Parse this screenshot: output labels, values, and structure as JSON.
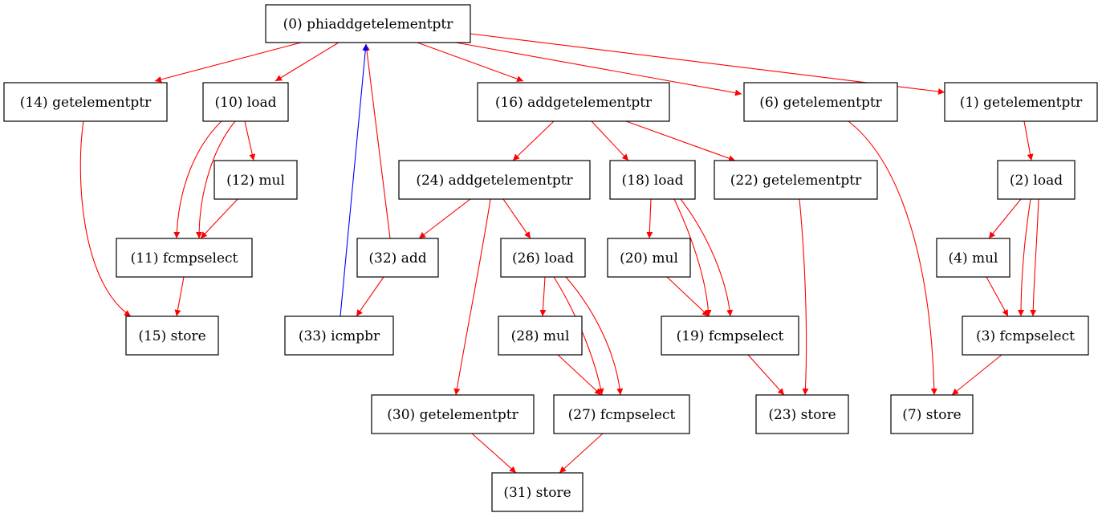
{
  "graph": {
    "nodes": [
      {
        "id": "n0",
        "label": "(0) phiaddgetelementptr"
      },
      {
        "id": "n14",
        "label": "(14) getelementptr"
      },
      {
        "id": "n10",
        "label": "(10) load"
      },
      {
        "id": "n16",
        "label": "(16) addgetelementptr"
      },
      {
        "id": "n6",
        "label": "(6) getelementptr"
      },
      {
        "id": "n1",
        "label": "(1) getelementptr"
      },
      {
        "id": "n12",
        "label": "(12) mul"
      },
      {
        "id": "n24",
        "label": "(24) addgetelementptr"
      },
      {
        "id": "n18",
        "label": "(18) load"
      },
      {
        "id": "n22",
        "label": "(22) getelementptr"
      },
      {
        "id": "n2",
        "label": "(2) load"
      },
      {
        "id": "n11",
        "label": "(11) fcmpselect"
      },
      {
        "id": "n32",
        "label": "(32) add"
      },
      {
        "id": "n26",
        "label": "(26) load"
      },
      {
        "id": "n20",
        "label": "(20) mul"
      },
      {
        "id": "n4",
        "label": "(4) mul"
      },
      {
        "id": "n15",
        "label": "(15) store"
      },
      {
        "id": "n33",
        "label": "(33) icmpbr"
      },
      {
        "id": "n28",
        "label": "(28) mul"
      },
      {
        "id": "n19",
        "label": "(19) fcmpselect"
      },
      {
        "id": "n3",
        "label": "(3) fcmpselect"
      },
      {
        "id": "n30",
        "label": "(30) getelementptr"
      },
      {
        "id": "n27",
        "label": "(27) fcmpselect"
      },
      {
        "id": "n23",
        "label": "(23) store"
      },
      {
        "id": "n7",
        "label": "(7) store"
      },
      {
        "id": "n31",
        "label": "(31) store"
      }
    ],
    "edges": [
      {
        "from": "n0",
        "to": "n14",
        "color": "#ff0000"
      },
      {
        "from": "n0",
        "to": "n10",
        "color": "#ff0000"
      },
      {
        "from": "n0",
        "to": "n16",
        "color": "#ff0000"
      },
      {
        "from": "n0",
        "to": "n6",
        "color": "#ff0000"
      },
      {
        "from": "n0",
        "to": "n1",
        "color": "#ff0000"
      },
      {
        "from": "n14",
        "to": "n15",
        "color": "#ff0000"
      },
      {
        "from": "n10",
        "to": "n12",
        "color": "#ff0000"
      },
      {
        "from": "n10",
        "to": "n11",
        "color": "#ff0000"
      },
      {
        "from": "n10",
        "to": "n11",
        "color": "#ff0000"
      },
      {
        "from": "n12",
        "to": "n11",
        "color": "#ff0000"
      },
      {
        "from": "n11",
        "to": "n15",
        "color": "#ff0000"
      },
      {
        "from": "n16",
        "to": "n24",
        "color": "#ff0000"
      },
      {
        "from": "n16",
        "to": "n18",
        "color": "#ff0000"
      },
      {
        "from": "n16",
        "to": "n22",
        "color": "#ff0000"
      },
      {
        "from": "n24",
        "to": "n32",
        "color": "#ff0000"
      },
      {
        "from": "n24",
        "to": "n26",
        "color": "#ff0000"
      },
      {
        "from": "n24",
        "to": "n30",
        "color": "#ff0000"
      },
      {
        "from": "n32",
        "to": "n0",
        "color": "#ff0000"
      },
      {
        "from": "n32",
        "to": "n33",
        "color": "#ff0000"
      },
      {
        "from": "n33",
        "to": "n0",
        "color": "#0000ff"
      },
      {
        "from": "n26",
        "to": "n28",
        "color": "#ff0000"
      },
      {
        "from": "n26",
        "to": "n27",
        "color": "#ff0000"
      },
      {
        "from": "n26",
        "to": "n27",
        "color": "#ff0000"
      },
      {
        "from": "n28",
        "to": "n27",
        "color": "#ff0000"
      },
      {
        "from": "n30",
        "to": "n31",
        "color": "#ff0000"
      },
      {
        "from": "n27",
        "to": "n31",
        "color": "#ff0000"
      },
      {
        "from": "n18",
        "to": "n20",
        "color": "#ff0000"
      },
      {
        "from": "n18",
        "to": "n19",
        "color": "#ff0000"
      },
      {
        "from": "n18",
        "to": "n19",
        "color": "#ff0000"
      },
      {
        "from": "n20",
        "to": "n19",
        "color": "#ff0000"
      },
      {
        "from": "n19",
        "to": "n23",
        "color": "#ff0000"
      },
      {
        "from": "n22",
        "to": "n23",
        "color": "#ff0000"
      },
      {
        "from": "n6",
        "to": "n7",
        "color": "#ff0000"
      },
      {
        "from": "n1",
        "to": "n2",
        "color": "#ff0000"
      },
      {
        "from": "n2",
        "to": "n4",
        "color": "#ff0000"
      },
      {
        "from": "n2",
        "to": "n3",
        "color": "#ff0000"
      },
      {
        "from": "n2",
        "to": "n3",
        "color": "#ff0000"
      },
      {
        "from": "n4",
        "to": "n3",
        "color": "#ff0000"
      },
      {
        "from": "n3",
        "to": "n7",
        "color": "#ff0000"
      }
    ]
  }
}
